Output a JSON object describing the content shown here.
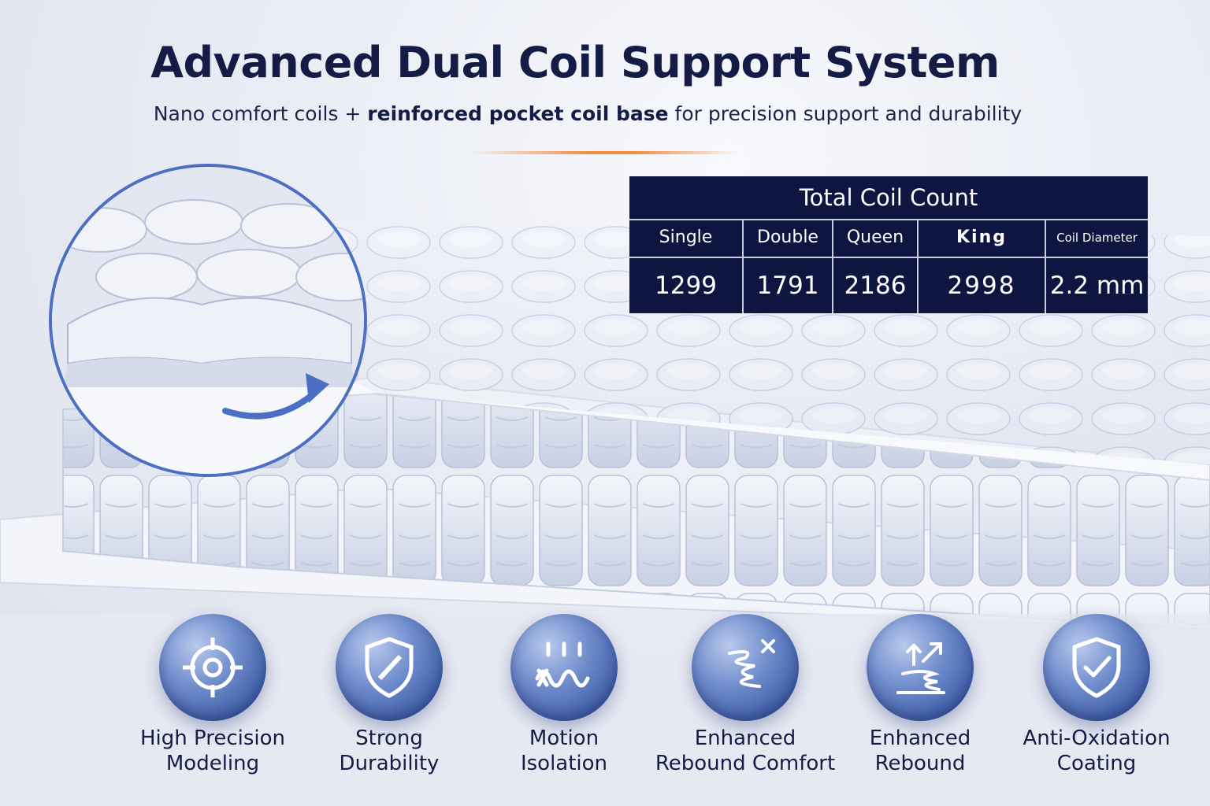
{
  "header": {
    "title": "Advanced Dual Coil Support System",
    "subtitle_pre": "Nano comfort coils + ",
    "subtitle_bold": "reinforced pocket coil base",
    "subtitle_post": " for precision support and durability"
  },
  "coil_table": {
    "title": "Total Coil Count",
    "columns": [
      "Single",
      "Double",
      "Queen",
      "King",
      "Coil Diameter"
    ],
    "values": [
      "1299",
      "1791",
      "2186",
      "2998",
      "2.2 mm"
    ]
  },
  "features": [
    {
      "line1": "High Precision",
      "line2": "Modeling",
      "icon": "target-icon"
    },
    {
      "line1": "Strong",
      "line2": "Durability",
      "icon": "shield-icon"
    },
    {
      "line1": "Motion",
      "line2": "Isolation",
      "icon": "wave-icon"
    },
    {
      "line1": "Enhanced",
      "line2": "Rebound Comfort",
      "icon": "spring-icon"
    },
    {
      "line1": "Enhanced",
      "line2": "Rebound",
      "icon": "rebound-arrows-icon"
    },
    {
      "line1": "Anti-Oxidation",
      "line2": "Coating",
      "icon": "shield-check-icon"
    }
  ],
  "colors": {
    "navy": "#0d1540",
    "accent_orange": "#f08c3c",
    "circle_blue": "#4a6fc4"
  }
}
